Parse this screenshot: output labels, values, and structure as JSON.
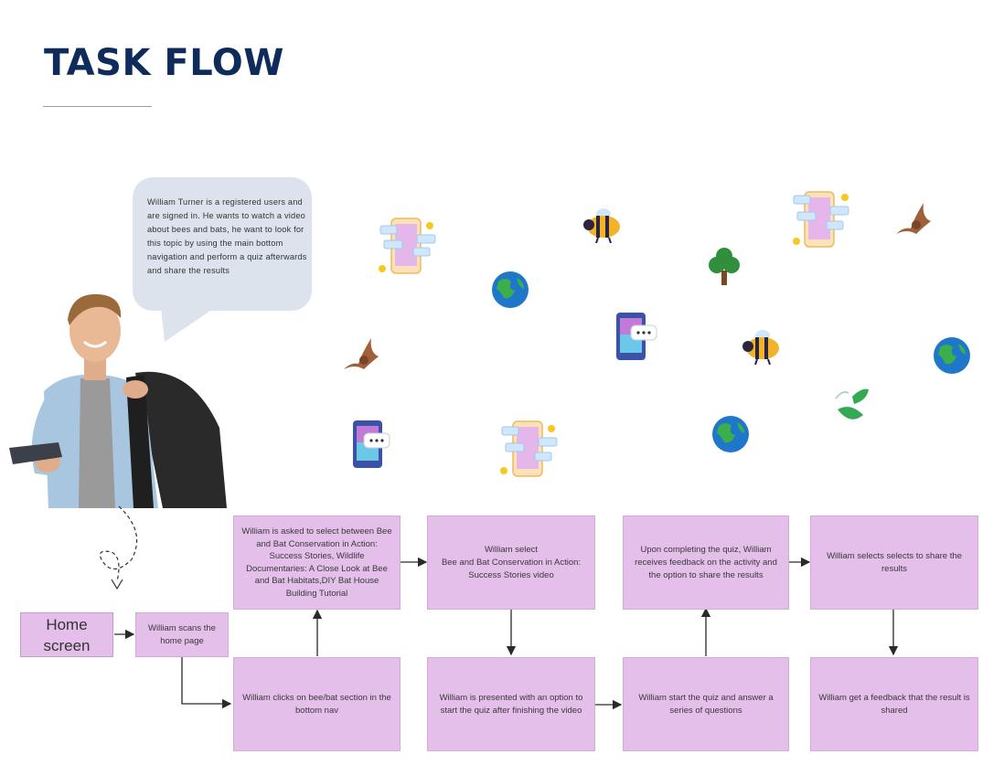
{
  "title": "TASK FLOW",
  "persona": {
    "name": "William Turner",
    "speech": "William Turner is a registered users and are signed in. He wants to watch a video about bees and bats, he want to look for this topic by using the main bottom navigation and perform a quiz afterwards and share the results"
  },
  "flow": {
    "home": "Home screen",
    "scan": "William scans the home page",
    "clicks": "William clicks on bee/bat section in the bottom nav",
    "asked": "William is asked to select between Bee and Bat Conservation in Action: Success Stories, Wildlife Documentaries: A Close Look at Bee and Bat Habitats,DIY Bat House Building Tutorial",
    "select": "William select\nBee and Bat Conservation in Action: Success Stories video",
    "presented": "William is presented with an option to start the quiz after finishing the video",
    "start_quiz": "William start the quiz and answer a series of questions",
    "feedback": "Upon completing the quiz, William receives feedback on the activity and the option to share the results",
    "share": "William selects selects to share the results",
    "shared": "William get a feedback that the result is shared"
  },
  "colors": {
    "title": "#0f2b5b",
    "box": "#e3bfe9",
    "bubble": "#dde3ec"
  },
  "decorations": [
    "phone-chat-icon",
    "bee-icon",
    "bat-icon",
    "earth-icon",
    "tree-icon",
    "leaf-icon",
    "mobile-message-icon"
  ]
}
